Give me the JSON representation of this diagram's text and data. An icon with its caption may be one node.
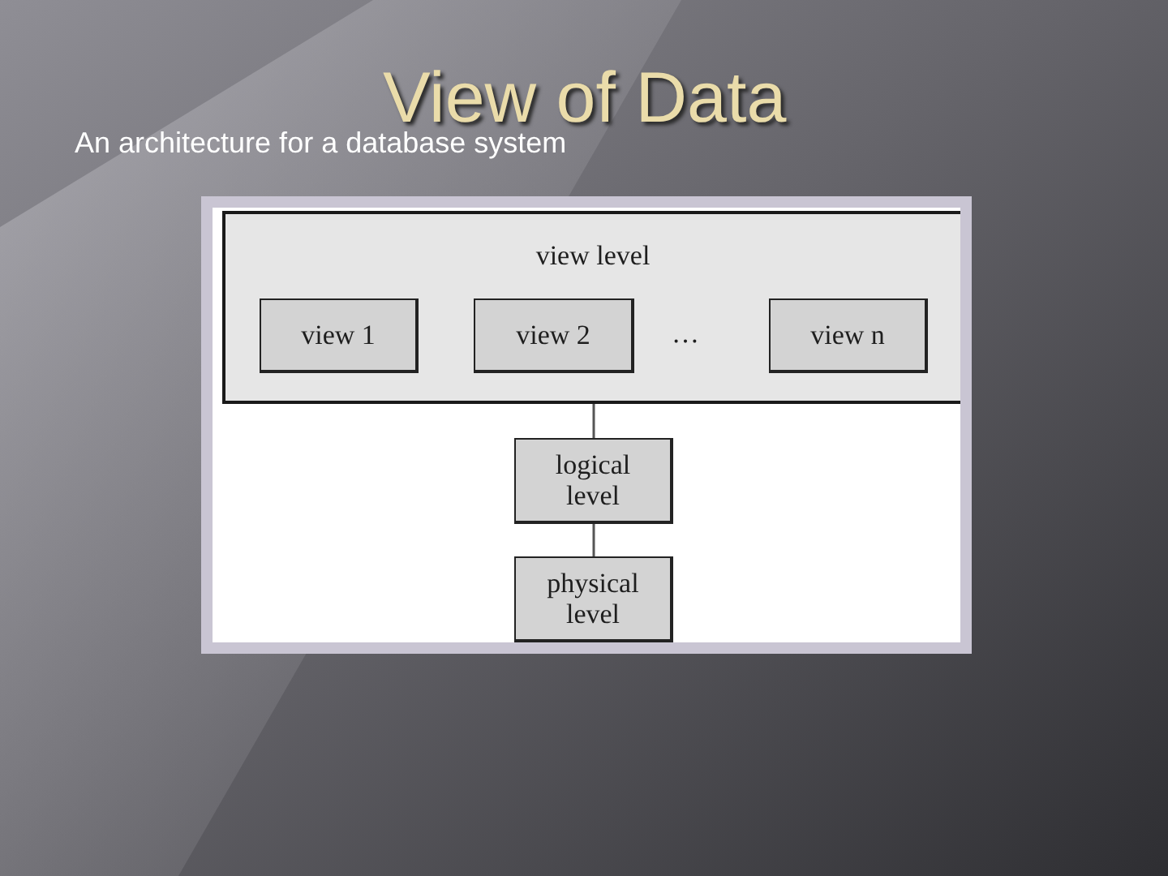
{
  "diagram": {
    "title": "View of Data",
    "nodes": [
      {
        "text": [
          "view level"
        ]
      },
      {
        "text": [
          "view 1"
        ],
        "in": 0
      },
      {
        "text": [
          "view 2"
        ],
        "in": 0
      },
      {
        "text": [
          "view n"
        ],
        "in": 0
      },
      {
        "text": [
          "logical level"
        ]
      },
      {
        "text": [
          "physical level"
        ]
      }
    ],
    "edges": [
      {
        "from": 0,
        "to": 4,
        "arrow": "none"
      },
      {
        "from": 4,
        "to": 5,
        "arrow": "none"
      }
    ],
    "labels": [
      "An architecture for a database system",
      "…"
    ]
  }
}
